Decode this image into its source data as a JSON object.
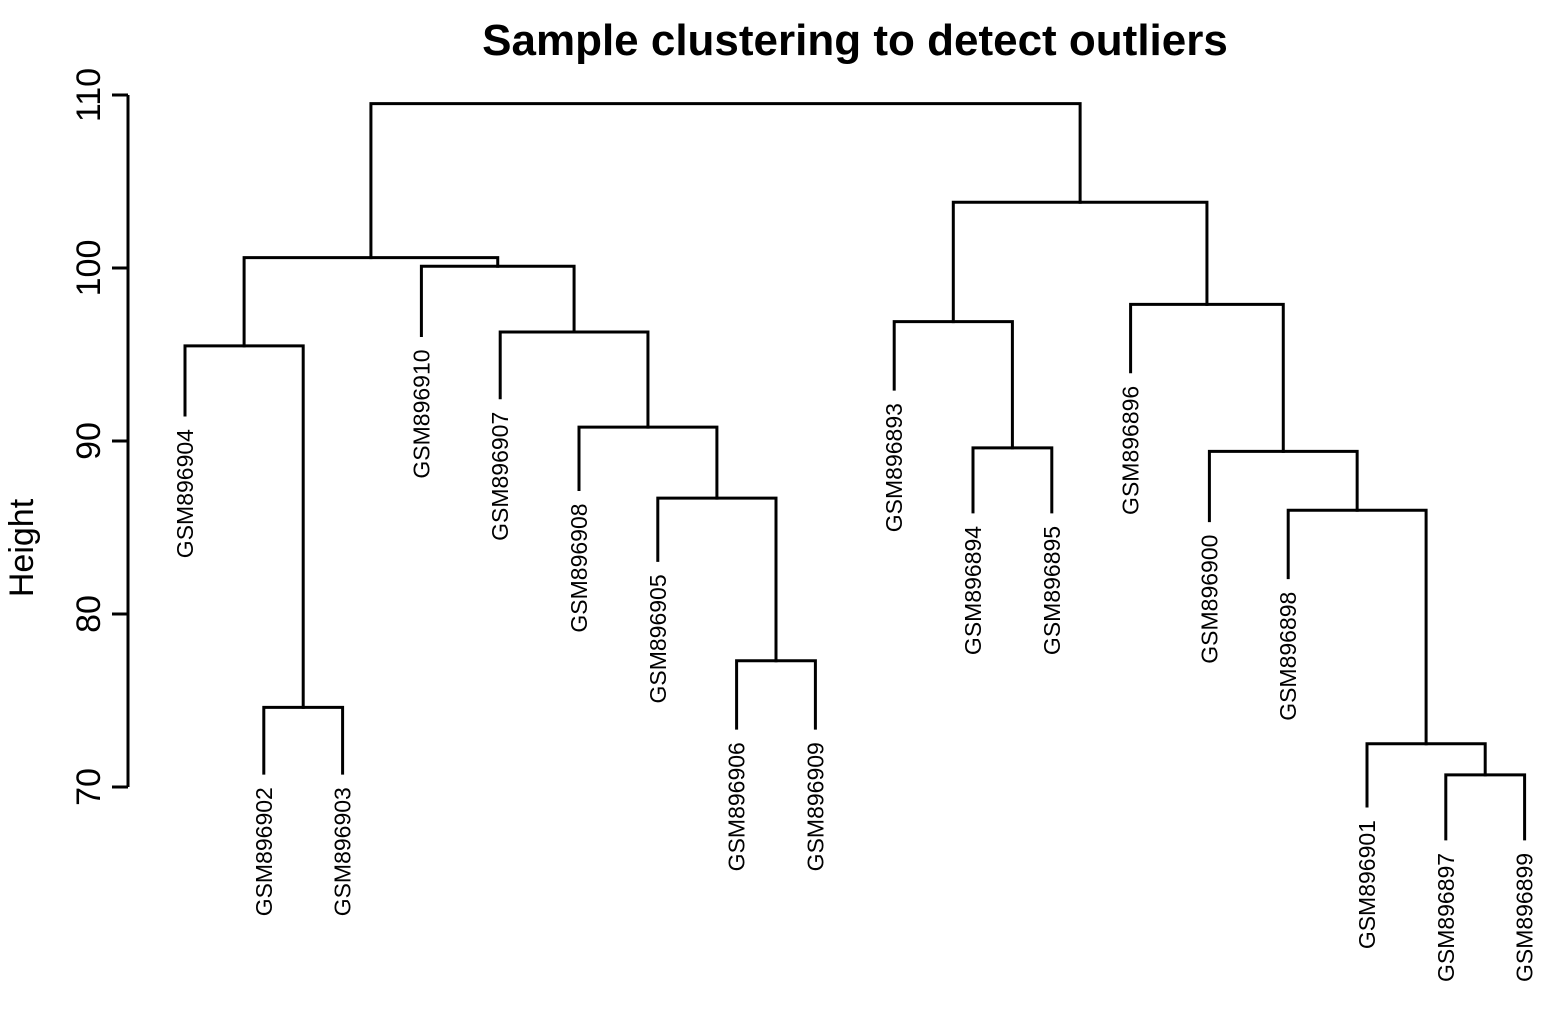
{
  "chart_data": {
    "type": "dendrogram",
    "title": "Sample clustering to detect outliers",
    "ylabel": "Height",
    "xlabel": "",
    "ylim": [
      70,
      110
    ],
    "yticks": [
      70,
      80,
      90,
      100,
      110
    ],
    "grid": false,
    "leaves": [
      {
        "name": "GSM896904",
        "label_top": 91.5
      },
      {
        "name": "GSM896902",
        "label_top": 70.8
      },
      {
        "name": "GSM896903",
        "label_top": 70.8
      },
      {
        "name": "GSM896910",
        "label_top": 96.1
      },
      {
        "name": "GSM896907",
        "label_top": 92.5
      },
      {
        "name": "GSM896908",
        "label_top": 87.2
      },
      {
        "name": "GSM896905",
        "label_top": 83.1
      },
      {
        "name": "GSM896906",
        "label_top": 73.4
      },
      {
        "name": "GSM896909",
        "label_top": 73.4
      },
      {
        "name": "GSM896893",
        "label_top": 93.0
      },
      {
        "name": "GSM896894",
        "label_top": 85.9
      },
      {
        "name": "GSM896895",
        "label_top": 85.9
      },
      {
        "name": "GSM896896",
        "label_top": 94.0
      },
      {
        "name": "GSM896900",
        "label_top": 85.4
      },
      {
        "name": "GSM896898",
        "label_top": 82.1
      },
      {
        "name": "GSM896901",
        "label_top": 68.9
      },
      {
        "name": "GSM896897",
        "label_top": 67.0
      },
      {
        "name": "GSM896899",
        "label_top": 67.0
      }
    ],
    "merges": [
      {
        "id": "m1",
        "left": 1,
        "right": 2,
        "height": 74.6
      },
      {
        "id": "m2",
        "left": 0,
        "right": "m1",
        "height": 95.5
      },
      {
        "id": "m3",
        "left": 7,
        "right": 8,
        "height": 77.3
      },
      {
        "id": "m4",
        "left": 6,
        "right": "m3",
        "height": 86.7
      },
      {
        "id": "m5",
        "left": 5,
        "right": "m4",
        "height": 90.8
      },
      {
        "id": "m6",
        "left": 4,
        "right": "m5",
        "height": 96.3
      },
      {
        "id": "m7",
        "left": 3,
        "right": "m6",
        "height": 100.1
      },
      {
        "id": "m8",
        "left": "m2",
        "right": "m7",
        "height": 100.6
      },
      {
        "id": "m9",
        "left": 10,
        "right": 11,
        "height": 89.6
      },
      {
        "id": "m10",
        "left": 9,
        "right": "m9",
        "height": 96.9
      },
      {
        "id": "m11",
        "left": 16,
        "right": 17,
        "height": 70.7
      },
      {
        "id": "m12",
        "left": 15,
        "right": "m11",
        "height": 72.5
      },
      {
        "id": "m13",
        "left": 14,
        "right": "m12",
        "height": 86.0
      },
      {
        "id": "m14",
        "left": 13,
        "right": "m13",
        "height": 89.4
      },
      {
        "id": "m15",
        "left": 12,
        "right": "m14",
        "height": 97.9
      },
      {
        "id": "m16",
        "left": "m10",
        "right": "m15",
        "height": 103.8
      },
      {
        "id": "m17",
        "left": "m8",
        "right": "m16",
        "height": 109.5
      }
    ]
  }
}
